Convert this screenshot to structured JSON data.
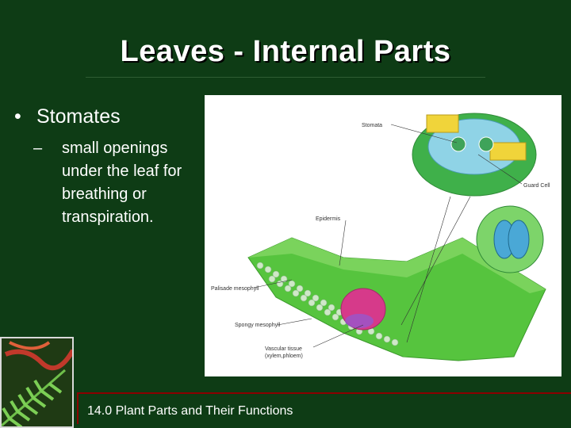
{
  "slide": {
    "title": "Leaves - Internal Parts",
    "bullet": "Stomates",
    "sub_bullet": "small openings under the leaf for breathing or transpiration.",
    "footer": "14.0 Plant Parts and Their Functions"
  },
  "figure": {
    "labels": {
      "stomata": "Stomata",
      "guard_cell": "Guard Cell",
      "epidermis": "Epidermis",
      "palisade": "Palisade mesophyll",
      "spongy": "Spongy mesophyll",
      "vascular_1": "Vascular tissue",
      "vascular_2": "(xylem,phloem)"
    }
  },
  "colors": {
    "background": "#0e3c15",
    "footer_border": "#8b0000",
    "leaf_green": "#4cbf3a",
    "vein_pink": "#d63a8a"
  }
}
